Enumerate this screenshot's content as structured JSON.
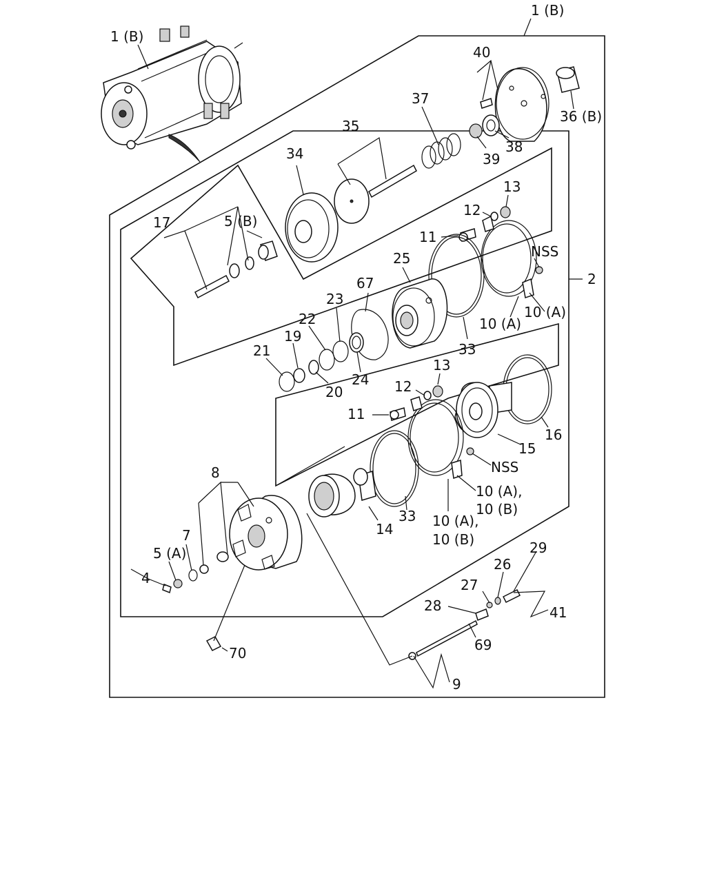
{
  "labels": {
    "l1b_top": "1 (B)",
    "l1b_left": "1 (B)",
    "l40": "40",
    "l37": "37",
    "l35": "35",
    "l34": "34",
    "l36b": "36 (B)",
    "l38": "38",
    "l39": "39",
    "l13a": "13",
    "l12a": "12",
    "l11a": "11",
    "l17": "17",
    "l5b": "5 (B)",
    "lnss_a": "NSS",
    "l2": "2",
    "l25": "25",
    "l67": "67",
    "l23": "23",
    "l22": "22",
    "l19": "19",
    "l21": "21",
    "l20": "20",
    "l24": "24",
    "l33a": "33",
    "l10a_a": "10 (A)",
    "l10a_b": "10 (A)",
    "l13b": "13",
    "l12b": "12",
    "l11b": "11",
    "l16": "16",
    "l15": "15",
    "lnss_b": "NSS",
    "l10ab_a1": "10 (A),",
    "l10ab_a2": "10 (B)",
    "l10ab_b1": "10 (A),",
    "l10ab_b2": "10 (B)",
    "l33b": "33",
    "l14": "14",
    "l8": "8",
    "l7": "7",
    "l5a": "5 (A)",
    "l4": "4",
    "l29": "29",
    "l26": "26",
    "l27": "27",
    "l28": "28",
    "l41": "41",
    "l69": "69",
    "l70": "70",
    "l9": "9"
  }
}
